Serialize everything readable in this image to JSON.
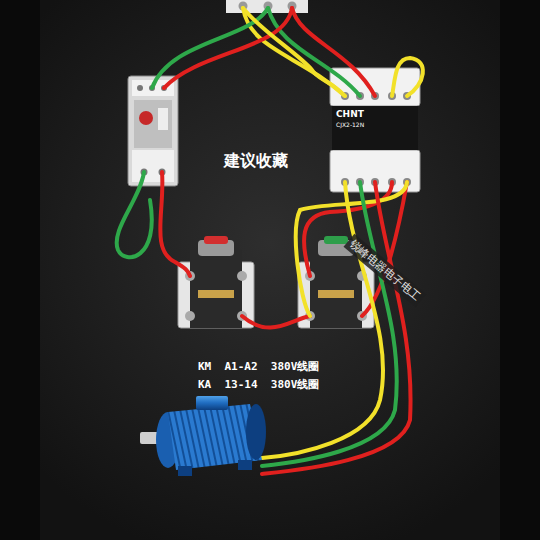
{
  "diagram": {
    "nodes": [
      {
        "text": [
          "CHNT",
          "CJX2-12N"
        ]
      }
    ],
    "labels": [
      "建议收藏",
      "锐峰电器电子电工",
      "KM  A1-A2  380V线圈",
      "KA  13-14  380V线圈"
    ]
  }
}
